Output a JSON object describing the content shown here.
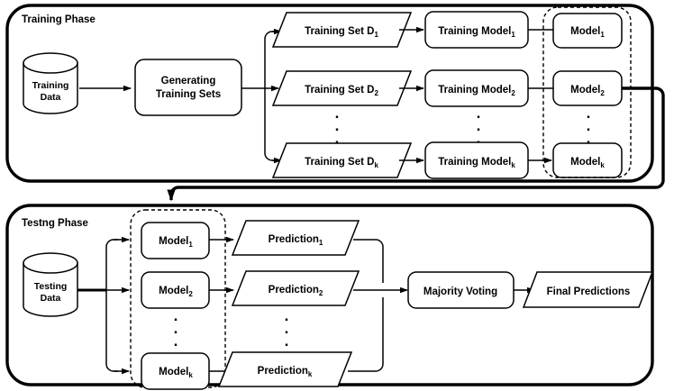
{
  "diagram": {
    "title_hidden": "",
    "phases": [
      {
        "id": "training",
        "label": "Training Phase",
        "source": {
          "line1": "Training",
          "line2": "Data"
        },
        "process": {
          "line1": "Generating",
          "line2": "Training Sets"
        },
        "rows": [
          {
            "set": "Training Set D",
            "set_sub": "1",
            "train": "Training Model",
            "train_sub": "1",
            "model": "Model",
            "model_sub": "1"
          },
          {
            "set": "Training Set D",
            "set_sub": "2",
            "train": "Training Model",
            "train_sub": "2",
            "model": "Model",
            "model_sub": "2"
          },
          {
            "set": "Training Set D",
            "set_sub": "k",
            "train": "Training Model",
            "train_sub": "k",
            "model": "Model",
            "model_sub": "k"
          }
        ],
        "ellipsis": "."
      },
      {
        "id": "testing",
        "label": "Testng Phase",
        "source": {
          "line1": "Testing",
          "line2": "Data"
        },
        "rows": [
          {
            "model": "Model",
            "model_sub": "1",
            "prediction": "Prediction",
            "prediction_sub": "1"
          },
          {
            "model": "Model",
            "model_sub": "2",
            "prediction": "Prediction",
            "prediction_sub": "2"
          },
          {
            "model": "Model",
            "model_sub": "k",
            "prediction": "Prediction",
            "prediction_sub": "k"
          }
        ],
        "voting": "Majority Voting",
        "final": "Final Predictions",
        "ellipsis": "."
      }
    ],
    "colors": {
      "stroke": "#000000",
      "fill": "#ffffff",
      "frame": "#000000"
    }
  }
}
